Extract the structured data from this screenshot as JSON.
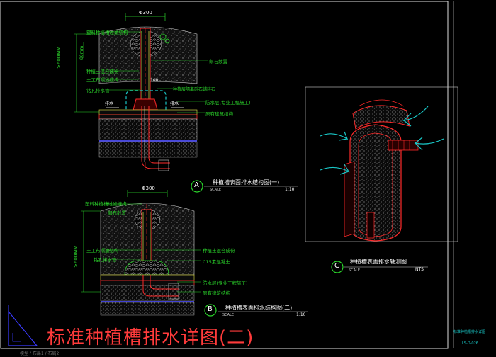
{
  "title": "标准种植槽排水详图(二)",
  "colors": {
    "background": "#000000",
    "frame": "#dcdcdc",
    "green_text": "#2bd62b",
    "red": "#ff2a2a",
    "cyan": "#19c6c6",
    "yellow": "#e8e84a",
    "white": "#ffffff",
    "blue": "#3a3aff"
  },
  "detail_a": {
    "dim_top": "Φ300",
    "dim_side": ">600MM",
    "dim_80": "80mm",
    "dim_100": "100",
    "left_labels": [
      "塑料种植槽过滤结构",
      "种植土混合成份",
      "土工布隔滤结构",
      "钻孔排水管"
    ],
    "right_labels": [
      "卵石散置",
      "种植层隔离砾石铺碎石",
      "防水层(专业工程施工)",
      "原有建筑结构"
    ],
    "water_left": "排水",
    "water_right": "排水",
    "marker": "A",
    "caption": "种植槽表面排水结构图(一)",
    "scale_label": "SCALE",
    "scale_value": "1:10"
  },
  "detail_b": {
    "dim_top": "Φ300",
    "dim_side": ">600MM",
    "top_left_label": "塑料种植槽过滤结构",
    "label_gravel": "卵石散置",
    "left_labels": [
      "土工布隔滤结构",
      "钻孔排水管"
    ],
    "right_labels": [
      "种植土混合成份",
      "C15素混凝土"
    ],
    "bottom_labels": [
      "防水层(专业工程施工)",
      "原有建筑结构"
    ],
    "marker": "B",
    "caption": "种植槽表面排水结构图(二)",
    "scale_label": "SCALE",
    "scale_value": "1:10"
  },
  "detail_c": {
    "marker": "C",
    "caption": "种植槽表面排水轴测图",
    "scale_label": "SCALE",
    "scale_value": "NTS"
  },
  "notes": {
    "right_note": "标准种植槽排水详图",
    "right_note2": "LS-D-026",
    "status": "模型 / 布局1 / 布局2"
  }
}
